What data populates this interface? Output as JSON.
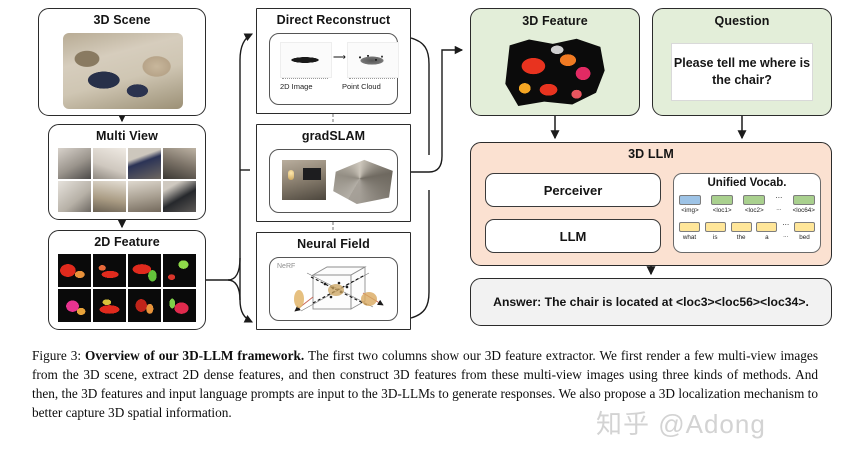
{
  "figure": {
    "label": "Figure 3:",
    "bold_title": "Overview of our 3D-LLM framework.",
    "caption_rest": " The first two columns show our 3D feature extractor. We first render a few multi-view images from the 3D scene, extract 2D dense features, and then construct 3D features from these multi-view images using three kinds of methods. And then, the 3D features and input language prompts are input to the 3D-LLMs to generate responses. We also propose a 3D localization mechanism to better capture 3D spatial information.",
    "watermark": "知乎 @Adong"
  },
  "pipeline": {
    "left_column": [
      {
        "title": "3D Scene"
      },
      {
        "title": "Multi View"
      },
      {
        "title": "2D Feature"
      }
    ],
    "middle_column": [
      {
        "title": "Direct Reconstruct",
        "sub_labels": [
          "2D Image",
          "Point Cloud"
        ]
      },
      {
        "title": "gradSLAM",
        "sub_labels": []
      },
      {
        "title": "Neural Field",
        "sub_labels": [
          "NeRF"
        ]
      }
    ],
    "right_column": {
      "feature": {
        "title": "3D Feature"
      },
      "question": {
        "title": "Question",
        "text": "Please tell me where is the chair?"
      },
      "llm": {
        "title": "3D LLM",
        "perceiver_label": "Perceiver",
        "llm_label": "LLM",
        "vocab": {
          "title": "Unified Vocab.",
          "loc_tokens": [
            {
              "label": "<img>",
              "color": "#9dc3e6"
            },
            {
              "label": "<loc1>",
              "color": "#a9d08e"
            },
            {
              "label": "<loc2>",
              "color": "#a9d08e"
            },
            {
              "label": "...",
              "color": "none"
            },
            {
              "label": "<loc64>",
              "color": "#a9d08e"
            }
          ],
          "word_tokens": [
            {
              "label": "what",
              "color": "#ffe699"
            },
            {
              "label": "is",
              "color": "#ffe699"
            },
            {
              "label": "the",
              "color": "#ffe699"
            },
            {
              "label": "a",
              "color": "#ffe699"
            },
            {
              "label": "...",
              "color": "none"
            },
            {
              "label": "bed",
              "color": "#ffe699"
            }
          ]
        }
      },
      "answer": {
        "text": "Answer: The chair is located at <loc3><loc56><loc34>."
      }
    }
  },
  "colors": {
    "green_panel": "#e3eed9",
    "peach_panel": "#fbe1d1",
    "gray_panel": "#f2f2f2",
    "border": "#2b2b2b"
  }
}
